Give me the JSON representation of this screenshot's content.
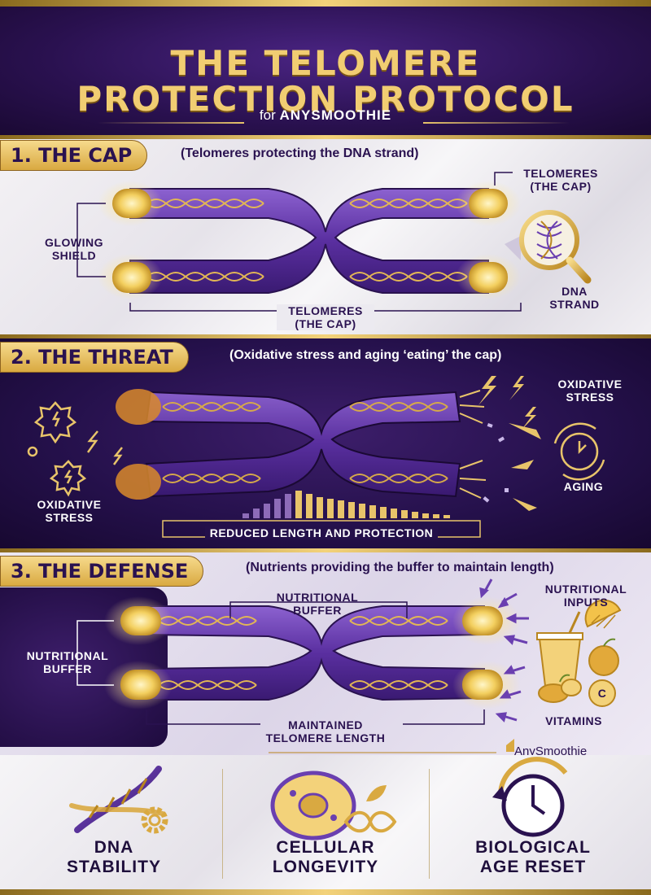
{
  "header": {
    "title_line1": "THE TELOMERE",
    "title_line2": "PROTECTION PROTOCOL",
    "subtitle_prefix": "for",
    "subtitle_brand": "ANYSMOOTHIE"
  },
  "section1": {
    "tab": "1. THE CAP",
    "description": "(Telomeres protecting the DNA strand)",
    "labels": {
      "glowing_shield_1": "GLOWING",
      "glowing_shield_2": "SHIELD",
      "telomeres_top_1": "TELOMERES",
      "telomeres_top_2": "(THE CAP)",
      "telomeres_bottom_1": "TELOMERES",
      "telomeres_bottom_2": "(THE CAP)",
      "dna_strand_1": "DNA",
      "dna_strand_2": "STRAND"
    }
  },
  "section2": {
    "tab": "2. THE THREAT",
    "description": "(Oxidative stress and aging ‘eating’ the cap)",
    "labels": {
      "oxidative_left_1": "OXIDATIVE",
      "oxidative_left_2": "STRESS",
      "oxidative_right_1": "OXIDATIVE",
      "oxidative_right_2": "STRESS",
      "aging": "AGING",
      "reduced": "REDUCED LENGTH AND PROTECTION"
    }
  },
  "section3": {
    "tab": "3. THE DEFENSE",
    "description": "(Nutrients providing the buffer to maintain length)",
    "labels": {
      "buffer_top_1": "NUTRITIONAL",
      "buffer_top_2": "BUFFER",
      "buffer_left_1": "NUTRITIONAL",
      "buffer_left_2": "BUFFER",
      "inputs_1": "NUTRITIONAL",
      "inputs_2": "INPUTS",
      "vitamins": "VITAMINS",
      "maintained_1": "MAINTAINED",
      "maintained_2": "TELOMERE LENGTH",
      "vitamin_c": "C"
    },
    "brand": "AnySmoothie"
  },
  "footer": {
    "items": [
      {
        "line1": "DNA",
        "line2": "STABILITY"
      },
      {
        "line1": "CELLULAR",
        "line2": "LONGEVITY"
      },
      {
        "line1": "BIOLOGICAL",
        "line2": "AGE RESET"
      }
    ]
  },
  "colors": {
    "gold": "#e8c46a",
    "deep_purple": "#2a1250",
    "chromosome_purple": "#6a3fb0"
  }
}
